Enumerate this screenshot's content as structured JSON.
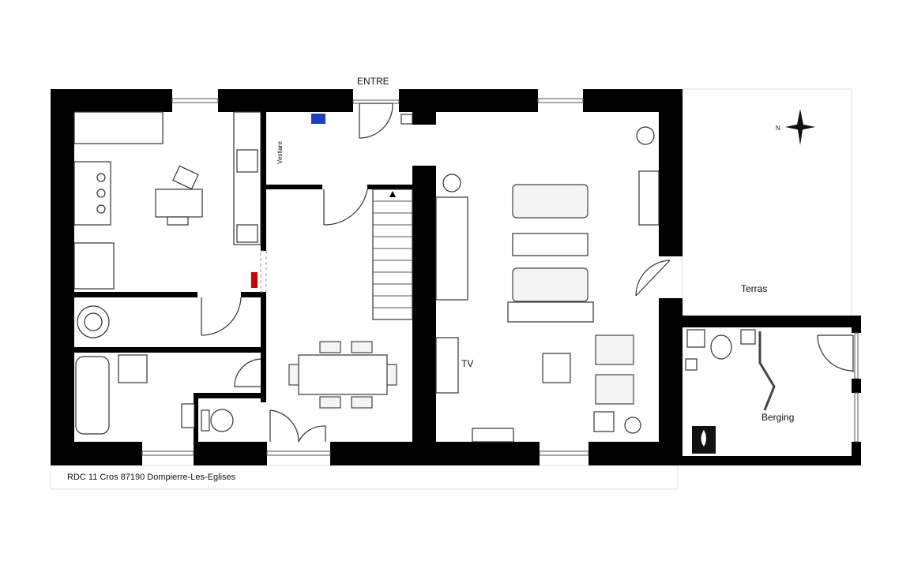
{
  "plan": {
    "entrance_label": "ENTRE",
    "cloakroom_label": "Vestiare",
    "tv_label": "TV",
    "terrace_label": "Terras",
    "storage_label": "Berging",
    "compass_label": "N",
    "caption": "RDC  11 Cros  87190 Dompierre-Les-Eglises"
  },
  "colors": {
    "wall": "#000000",
    "sign": "#1b3fc4"
  }
}
